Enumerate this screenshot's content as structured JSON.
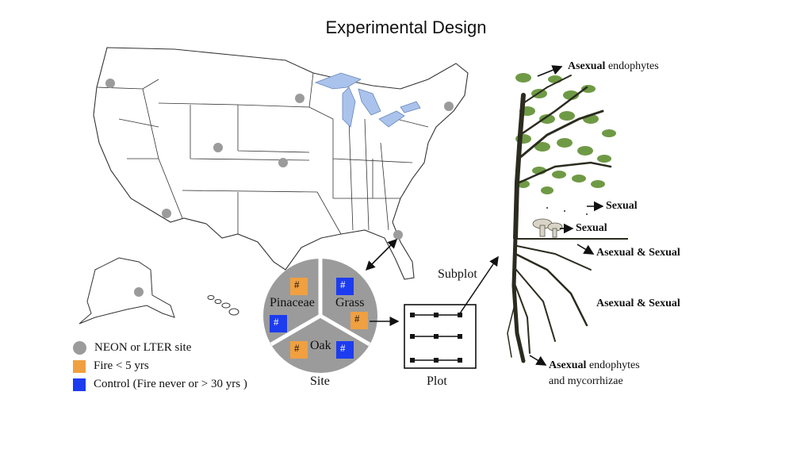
{
  "title": "Experimental Design",
  "colors": {
    "site_gray": "#9b9b9b",
    "fire_orange": "#f0a040",
    "control_blue": "#1d3cf0",
    "lake_blue": "#a9c3ec",
    "leaf_green": "#6f9a45",
    "trunk_dark": "#2b2b1f"
  },
  "legend": {
    "site": "NEON or LTER site",
    "fire": "Fire < 5 yrs",
    "control": "Control (Fire never or > 30 yrs )"
  },
  "site_circle": {
    "pinaceae": "Pinaceae",
    "grass": "Grass",
    "oak": "Oak",
    "marker": "#"
  },
  "labels": {
    "site": "Site",
    "plot": "Plot",
    "subplot": "Subplot"
  },
  "tree": {
    "crown_bold": "Asexual",
    "crown_rest": " endophytes",
    "sexual_air": "Sexual",
    "sexual_ground": "Sexual",
    "soil_surface": "Asexual & Sexual",
    "roots": "Asexual & Sexual",
    "deep_bold": "Asexual",
    "deep_rest": " endophytes",
    "deep_line2": "and mycorrhizae"
  }
}
